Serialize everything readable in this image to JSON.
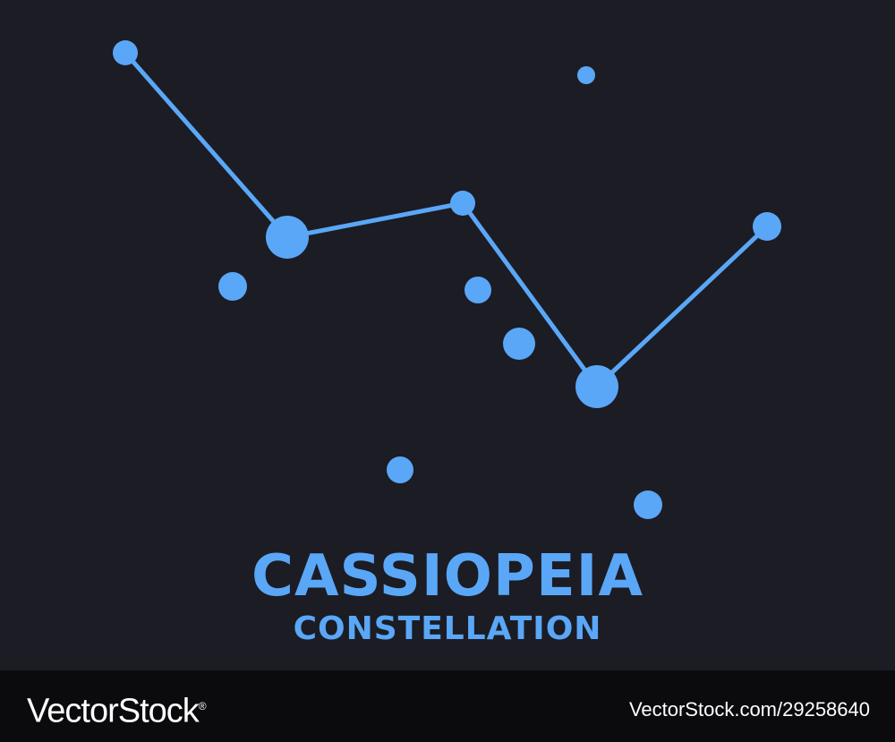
{
  "title": "CASSIOPEIA",
  "subtitle": "CONSTELLATION",
  "footer": {
    "brand": "VectorStock",
    "brand_mark": "®",
    "image_id": "VectorStock.com/29258640"
  },
  "colors": {
    "background": "#1c1c24",
    "star": "#5aa7f7",
    "footer_background": "#0b0b0e",
    "footer_text": "#ffffff"
  },
  "icons": {
    "star": "star-dot-icon"
  }
}
